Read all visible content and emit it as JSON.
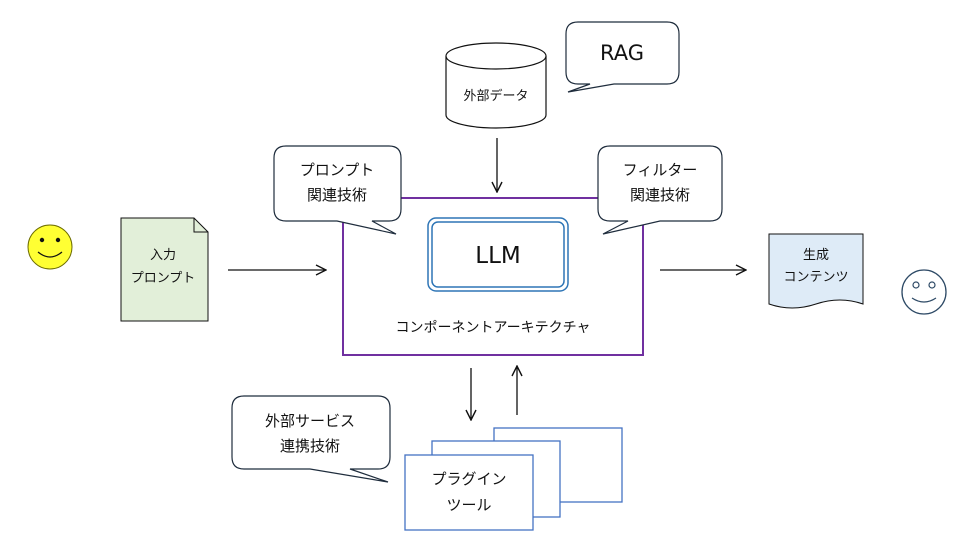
{
  "input": {
    "line1": "入力",
    "line2": "プロンプト"
  },
  "external_data": {
    "label": "外部データ"
  },
  "rag_bubble": {
    "label": "RAG"
  },
  "prompt_bubble": {
    "line1": "プロンプト",
    "line2": "関連技術"
  },
  "filter_bubble": {
    "line1": "フィルター",
    "line2": "関連技術"
  },
  "llm": {
    "label": "LLM"
  },
  "architecture": {
    "label": "コンポーネントアーキテクチャ"
  },
  "output": {
    "line1": "生成",
    "line2": "コンテンツ"
  },
  "service_bubble": {
    "line1": "外部サービス",
    "line2": "連携技術"
  },
  "plugin": {
    "line1": "プラグイン",
    "line2": "ツール"
  },
  "colors": {
    "face": "#ffff33",
    "input_doc": "#e2efd9",
    "output_doc": "#deebf7",
    "architecture_border": "#7030a0",
    "llm_border": "#2e75b6",
    "plugin_border": "#4472c4"
  }
}
